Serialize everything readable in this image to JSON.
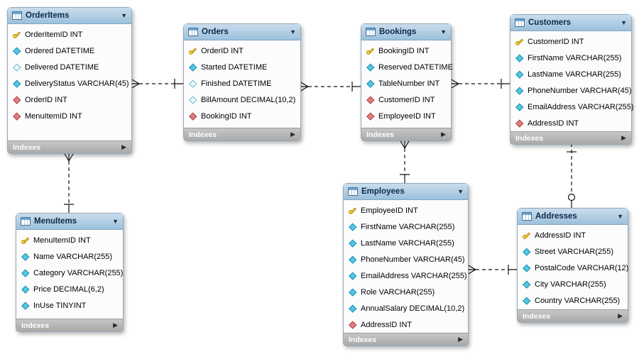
{
  "ui": {
    "collapse_icon": "▼",
    "expand_icon": "▶",
    "indexes_label": "Indexes"
  },
  "colors": {
    "table_header": "#a9c8e1",
    "indexes_bar": "#b5b5b5",
    "primary_key_icon": "#f6d32d",
    "attribute_icon": "#53c6e0",
    "nullable_attribute_icon": "#eef9fc",
    "foreign_key_icon": "#e07d7d",
    "relationship_line": "#111111",
    "canvas_background": "#ffffff"
  },
  "tables": [
    {
      "name": "OrderItems",
      "fields": [
        {
          "label": "OrderItemID INT",
          "icon": "key"
        },
        {
          "label": "Ordered DATETIME",
          "icon": "diamond"
        },
        {
          "label": "Delivered DATETIME",
          "icon": "diamond-open"
        },
        {
          "label": "DeliveryStatus VARCHAR(45)",
          "icon": "diamond"
        },
        {
          "label": "OrderID INT",
          "icon": "diamond-fk"
        },
        {
          "label": "MenuItemID INT",
          "icon": "diamond-fk"
        }
      ]
    },
    {
      "name": "Orders",
      "fields": [
        {
          "label": "OrderID INT",
          "icon": "key"
        },
        {
          "label": "Started DATETIME",
          "icon": "diamond"
        },
        {
          "label": "Finished DATETIME",
          "icon": "diamond-open"
        },
        {
          "label": "BillAmount DECIMAL(10,2)",
          "icon": "diamond-open"
        },
        {
          "label": "BookingID INT",
          "icon": "diamond-fk"
        }
      ]
    },
    {
      "name": "Bookings",
      "fields": [
        {
          "label": "BookingID INT",
          "icon": "key"
        },
        {
          "label": "Reserved DATETIME",
          "icon": "diamond"
        },
        {
          "label": "TableNumber INT",
          "icon": "diamond"
        },
        {
          "label": "CustomerID INT",
          "icon": "diamond-fk"
        },
        {
          "label": "EmployeeID INT",
          "icon": "diamond-fk"
        }
      ]
    },
    {
      "name": "Customers",
      "fields": [
        {
          "label": "CustomerID INT",
          "icon": "key"
        },
        {
          "label": "FirstName VARCHAR(255)",
          "icon": "diamond"
        },
        {
          "label": "LastName VARCHAR(255)",
          "icon": "diamond"
        },
        {
          "label": "PhoneNumber VARCHAR(45)",
          "icon": "diamond"
        },
        {
          "label": "EmailAddress VARCHAR(255)",
          "icon": "diamond"
        },
        {
          "label": "AddressID INT",
          "icon": "diamond-fk"
        }
      ]
    },
    {
      "name": "MenuItems",
      "fields": [
        {
          "label": "MenuItemID INT",
          "icon": "key"
        },
        {
          "label": "Name VARCHAR(255)",
          "icon": "diamond"
        },
        {
          "label": "Category VARCHAR(255)",
          "icon": "diamond"
        },
        {
          "label": "Price DECIMAL(6,2)",
          "icon": "diamond"
        },
        {
          "label": "InUse TINYINT",
          "icon": "diamond"
        }
      ]
    },
    {
      "name": "Employees",
      "fields": [
        {
          "label": "EmployeeID INT",
          "icon": "key"
        },
        {
          "label": "FirstName VARCHAR(255)",
          "icon": "diamond"
        },
        {
          "label": "LastName VARCHAR(255)",
          "icon": "diamond"
        },
        {
          "label": "PhoneNumber VARCHAR(45)",
          "icon": "diamond"
        },
        {
          "label": "EmailAddress VARCHAR(255)",
          "icon": "diamond"
        },
        {
          "label": "Role VARCHAR(255)",
          "icon": "diamond"
        },
        {
          "label": "AnnualSalary DECIMAL(10,2)",
          "icon": "diamond"
        },
        {
          "label": "AddressID INT",
          "icon": "diamond-fk"
        }
      ]
    },
    {
      "name": "Addresses",
      "fields": [
        {
          "label": "AddressID INT",
          "icon": "key"
        },
        {
          "label": "Street VARCHAR(255)",
          "icon": "diamond"
        },
        {
          "label": "PostalCode VARCHAR(12)",
          "icon": "diamond"
        },
        {
          "label": "City VARCHAR(255)",
          "icon": "diamond"
        },
        {
          "label": "Country VARCHAR(255)",
          "icon": "diamond"
        }
      ]
    }
  ],
  "relationships": [
    {
      "from": "OrderItems",
      "to": "Orders",
      "from_cardinality": "many",
      "to_cardinality": "one",
      "style": "dashed"
    },
    {
      "from": "Orders",
      "to": "Bookings",
      "from_cardinality": "many",
      "to_cardinality": "one",
      "style": "dashed"
    },
    {
      "from": "Bookings",
      "to": "Customers",
      "from_cardinality": "many",
      "to_cardinality": "one",
      "style": "dashed"
    },
    {
      "from": "OrderItems",
      "to": "MenuItems",
      "from_cardinality": "many",
      "to_cardinality": "one",
      "style": "dashed"
    },
    {
      "from": "Bookings",
      "to": "Employees",
      "from_cardinality": "many",
      "to_cardinality": "one",
      "style": "dashed"
    },
    {
      "from": "Employees",
      "to": "Addresses",
      "from_cardinality": "many",
      "to_cardinality": "one",
      "style": "dashed"
    },
    {
      "from": "Customers",
      "to": "Addresses",
      "from_cardinality": "one",
      "to_cardinality": "zero-or-one",
      "style": "dashed"
    }
  ]
}
